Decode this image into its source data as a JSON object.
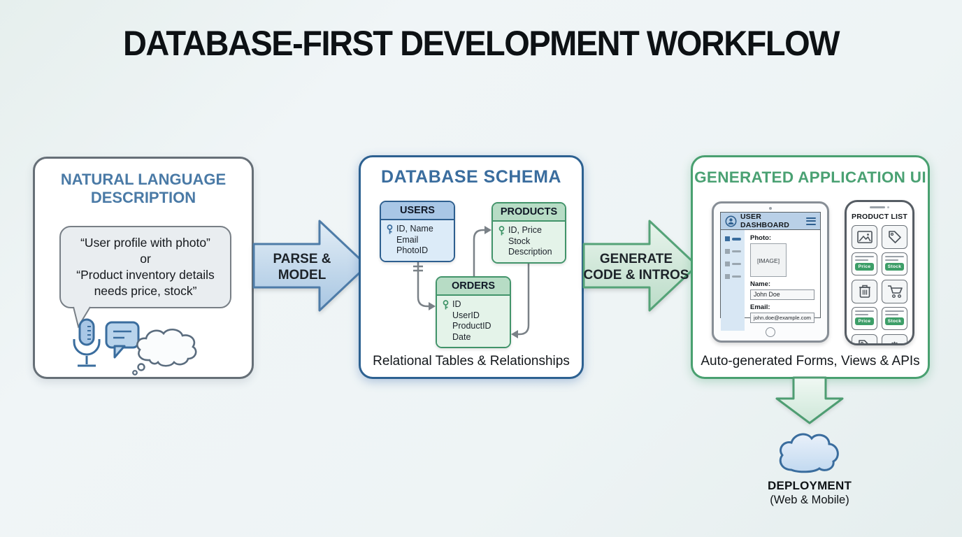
{
  "title": "DATABASE-FIRST DEVELOPMENT WORKFLOW",
  "colors": {
    "blue_accent": "#2e6294",
    "blue_heading": "#4a7aa6",
    "green_accent": "#49a070",
    "green_heading": "#4aa173",
    "gray_panel_border": "#666f77",
    "connector_gray": "#7a8187",
    "button_green": "#3d9e68"
  },
  "nl_panel": {
    "heading_line1": "NATURAL LANGUAGE",
    "heading_line2": "DESCRIPTION",
    "bubble_line1": "“User profile with photo”",
    "bubble_line2": "or",
    "bubble_line3": "“Product inventory details",
    "bubble_line4": "needs price, stock”"
  },
  "parse_arrow": {
    "line1": "PARSE &",
    "line2": "MODEL"
  },
  "schema_panel": {
    "heading": "DATABASE SCHEMA",
    "caption": "Relational Tables & Relationships",
    "tables": [
      {
        "name": "USERS",
        "fields": [
          "ID, Name",
          "Email",
          "PhotoID"
        ]
      },
      {
        "name": "PRODUCTS",
        "fields": [
          "ID, Price",
          "Stock",
          "Description"
        ]
      },
      {
        "name": "ORDERS",
        "fields": [
          "ID",
          "UserID",
          "ProductID",
          "Date"
        ]
      }
    ]
  },
  "generate_arrow": {
    "line1": "GENERATE",
    "line2": "CODE & INTROS"
  },
  "ui_panel": {
    "heading": "GENERATED APPLICATION UI",
    "caption": "Auto-generated Forms, Views & APIs",
    "tablet": {
      "header_title": "USER DASHBOARD",
      "photo_label": "Photo:",
      "photo_placeholder": "[IMAGE]",
      "name_label": "Name:",
      "name_value": "John Doe",
      "email_label": "Email:",
      "email_value": "john.doe@example.com"
    },
    "phone": {
      "header_title": "PRODUCT LIST",
      "cards": [
        {
          "button": "Price"
        },
        {
          "button": "Stock"
        },
        {
          "button": "Price"
        },
        {
          "button": "Stock"
        }
      ]
    }
  },
  "deployment": {
    "line1": "DEPLOYMENT",
    "line2": "(Web & Mobile)"
  }
}
